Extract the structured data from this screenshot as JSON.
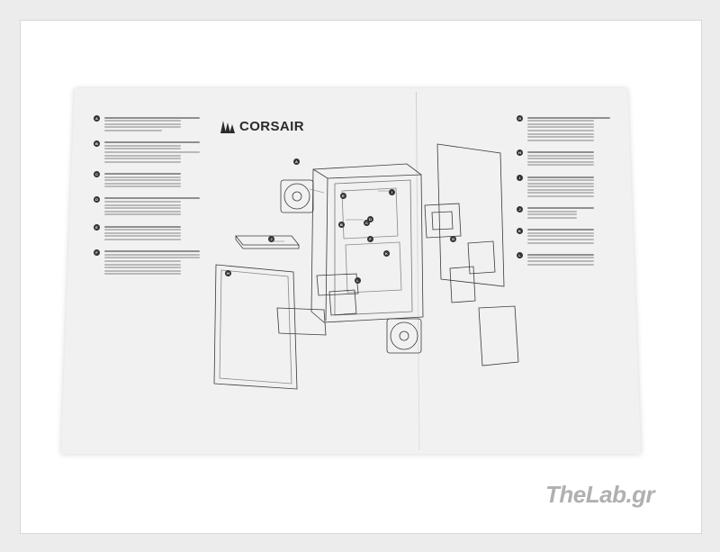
{
  "brand": {
    "name": "CORSAIR"
  },
  "watermark": {
    "text": "TheLab.gr"
  },
  "callouts": [
    "A",
    "B",
    "C",
    "D",
    "E",
    "F",
    "G",
    "H",
    "I",
    "J",
    "K",
    "L"
  ],
  "left_sections": [
    {
      "badge": "A",
      "lines": [
        5,
        4,
        4,
        4,
        3
      ]
    },
    {
      "badge": "B",
      "lines": [
        5,
        4,
        4,
        5,
        4,
        4,
        4
      ]
    },
    {
      "badge": "C",
      "lines": [
        4,
        4,
        4,
        4,
        4
      ]
    },
    {
      "badge": "D",
      "lines": [
        5,
        4,
        4,
        4,
        4,
        4
      ]
    },
    {
      "badge": "E",
      "lines": [
        4,
        4,
        4,
        4,
        4
      ]
    },
    {
      "badge": "F",
      "lines": [
        5,
        5,
        5,
        4,
        4,
        4,
        4,
        4
      ]
    }
  ],
  "right_sections": [
    {
      "badge": "G",
      "lines": [
        5,
        4,
        4,
        4,
        4,
        4,
        4,
        4
      ]
    },
    {
      "badge": "H",
      "lines": [
        4,
        4,
        4,
        4,
        4
      ]
    },
    {
      "badge": "I",
      "lines": [
        4,
        4,
        4,
        4,
        4,
        4,
        4
      ]
    },
    {
      "badge": "J",
      "lines": [
        4,
        3,
        3,
        3
      ]
    },
    {
      "badge": "K",
      "lines": [
        4,
        4,
        4,
        4,
        4
      ]
    },
    {
      "badge": "L",
      "lines": [
        4,
        4,
        4,
        4
      ]
    }
  ],
  "colors": {
    "ink": "#2b2b2b",
    "paper": "#f1f1f1",
    "background": "#ececec"
  }
}
